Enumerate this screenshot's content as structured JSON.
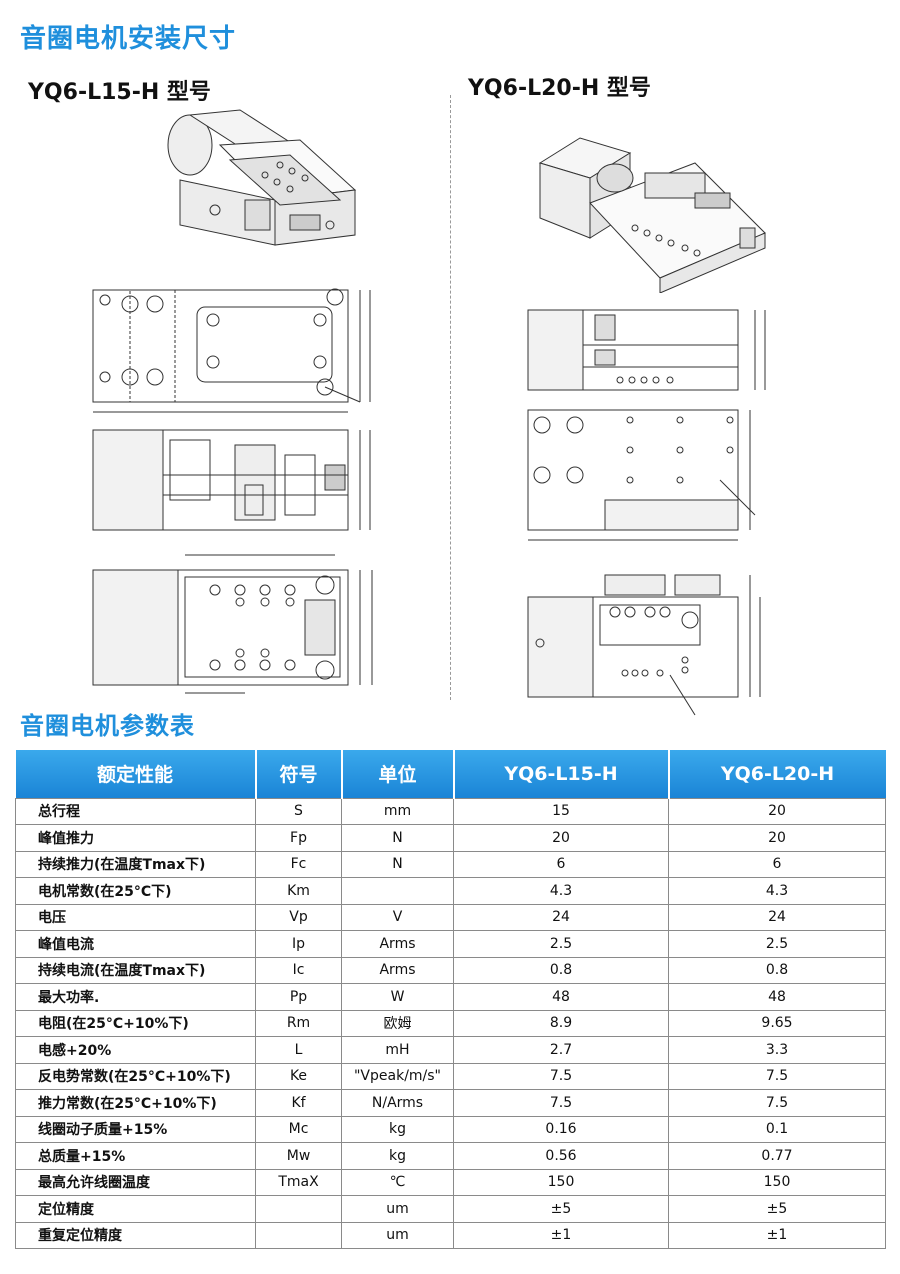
{
  "install_section_title": "音圈电机安装尺寸",
  "models": {
    "left": "YQ6-L15-H 型号",
    "right": "YQ6-L20-H 型号"
  },
  "params_section_title": "音圈电机参数表",
  "table": {
    "headers": [
      "额定性能",
      "符号",
      "单位",
      "YQ6-L15-H",
      "YQ6-L20-H"
    ],
    "rows": [
      {
        "name": "总行程",
        "symbol": "S",
        "unit": "mm",
        "l15": "15",
        "l20": "20"
      },
      {
        "name": "峰值推力",
        "symbol": "Fp",
        "unit": "N",
        "l15": "20",
        "l20": "20"
      },
      {
        "name": "持续推力(在温度Tmax下)",
        "symbol": "Fc",
        "unit": "N",
        "l15": "6",
        "l20": "6"
      },
      {
        "name": "电机常数(在25°C下)",
        "symbol": "Km",
        "unit": "",
        "l15": "4.3",
        "l20": "4.3"
      },
      {
        "name": "电压",
        "symbol": "Vp",
        "unit": "V",
        "l15": "24",
        "l20": "24"
      },
      {
        "name": "峰值电流",
        "symbol": "Ip",
        "unit": "Arms",
        "l15": "2.5",
        "l20": "2.5"
      },
      {
        "name": "持续电流(在温度Tmax下)",
        "symbol": "Ic",
        "unit": "Arms",
        "l15": "0.8",
        "l20": "0.8"
      },
      {
        "name": "最大功率.",
        "symbol": "Pp",
        "unit": "W",
        "l15": "48",
        "l20": "48"
      },
      {
        "name": "电阻(在25°C+10%下)",
        "symbol": "Rm",
        "unit": "欧姆",
        "l15": "8.9",
        "l20": "9.65"
      },
      {
        "name": "电感+20%",
        "symbol": "L",
        "unit": "mH",
        "l15": "2.7",
        "l20": "3.3"
      },
      {
        "name": "反电势常数(在25°C+10%下)",
        "symbol": "Ke",
        "unit": "\"Vpeak/m/s\"",
        "l15": "7.5",
        "l20": "7.5"
      },
      {
        "name": "推力常数(在25°C+10%下)",
        "symbol": "Kf",
        "unit": "N/Arms",
        "l15": "7.5",
        "l20": "7.5"
      },
      {
        "name": "线圈动子质量+15%",
        "symbol": "Mc",
        "unit": "kg",
        "l15": "0.16",
        "l20": "0.1"
      },
      {
        "name": "总质量+15%",
        "symbol": "Mw",
        "unit": "kg",
        "l15": "0.56",
        "l20": "0.77"
      },
      {
        "name": "最高允许线圈温度",
        "symbol": "TmaX",
        "unit": "℃",
        "l15": "150",
        "l20": "150"
      },
      {
        "name": "定位精度",
        "symbol": "",
        "unit": "um",
        "l15": "±5",
        "l20": "±5"
      },
      {
        "name": "重复定位精度",
        "symbol": "",
        "unit": "um",
        "l15": "±1",
        "l20": "±1"
      }
    ]
  },
  "colors": {
    "accent": "#1f8fdc",
    "header_bg": "#2a97e2"
  }
}
